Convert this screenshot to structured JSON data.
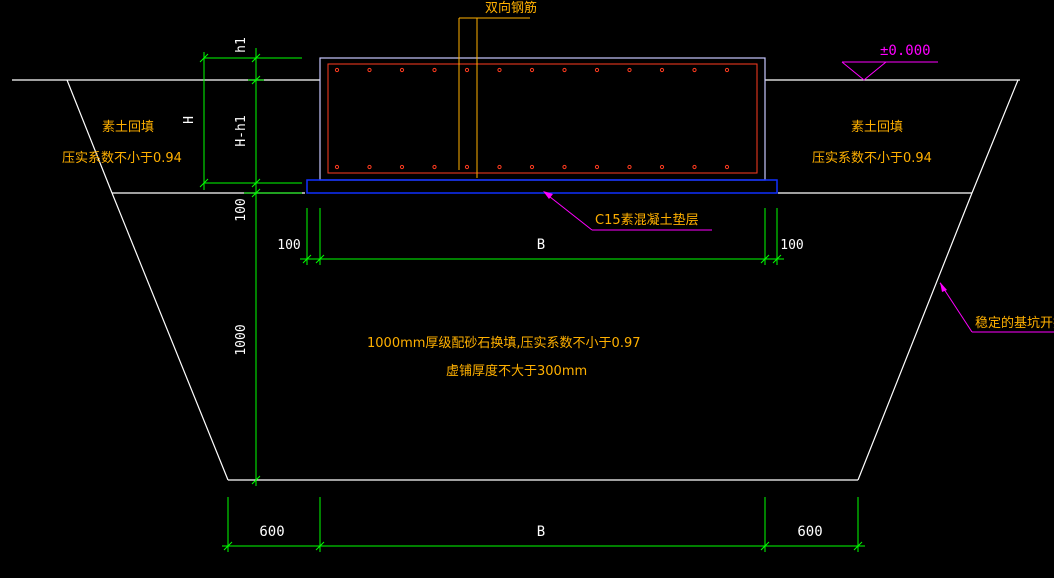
{
  "top_note": "双向钢筋",
  "elevation": "±0.000",
  "backfill": {
    "left_title": "素土回填",
    "left_note": "压实系数不小于0.94",
    "right_title": "素土回填",
    "right_note": "压实系数不小于0.94"
  },
  "cushion_label": "C15素混凝土垫层",
  "fill_note_line1": "1000mm厚级配砂石换填,压实系数不小于0.97",
  "fill_note_line2": "虚铺厚度不大于300mm",
  "pit_note": "稳定的基坑开挖线",
  "dims": {
    "h1": "h1",
    "H": "H",
    "H_minus_h1": "H-h1",
    "d100_vertical": "100",
    "d1000": "1000",
    "d100_left": "100",
    "B_upper": "B",
    "d100_right": "100",
    "d600_left": "600",
    "B_lower": "B",
    "d600_right": "600"
  },
  "colors": {
    "background": "#000000",
    "outline": "#ffffff",
    "dimension": "#00ff00",
    "text": "#ffb000",
    "rebar": "#ff3b1f",
    "cushion": "#1030ff",
    "leader": "#ff00ff",
    "footing": "#c8c8ff"
  }
}
